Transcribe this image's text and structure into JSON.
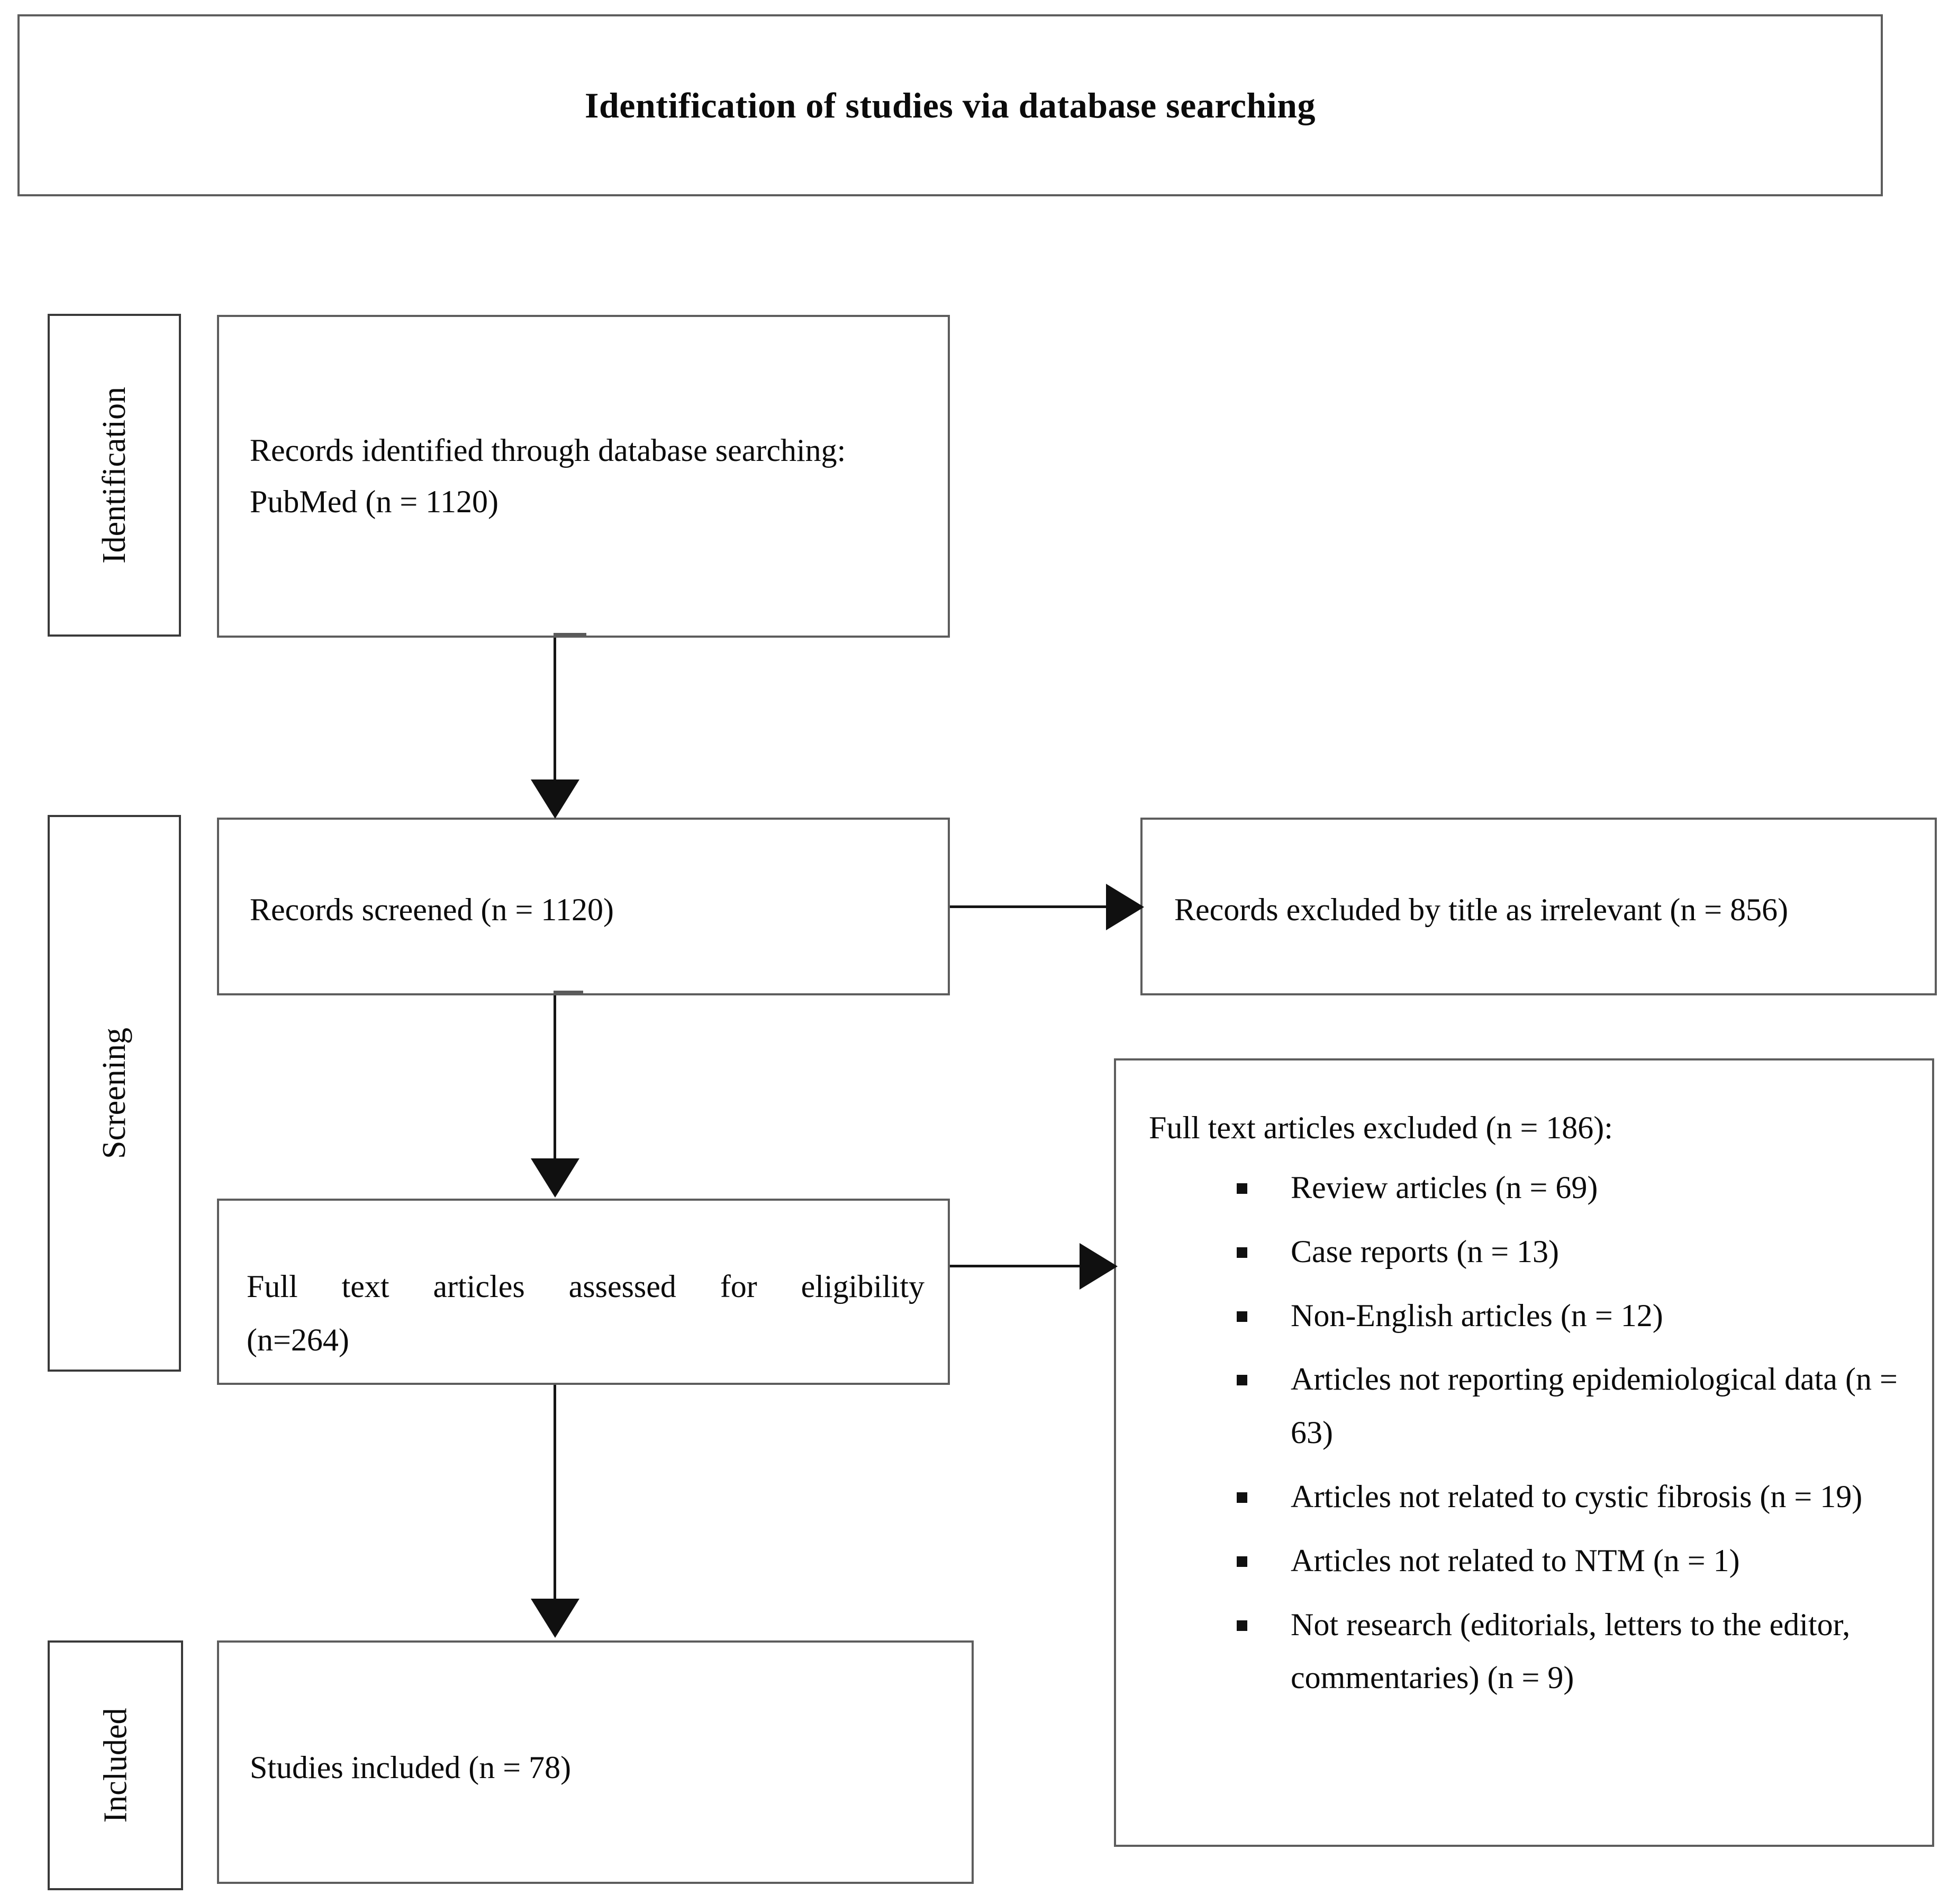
{
  "diagram": {
    "title": "Identification of studies via database searching",
    "stages": [
      {
        "id": "identification",
        "label": "Identification"
      },
      {
        "id": "screening",
        "label": "Screening"
      },
      {
        "id": "included",
        "label": "Included"
      }
    ],
    "boxes": {
      "identified": {
        "line1": "Records identified through database searching:",
        "line2": "PubMed (n = 1120)"
      },
      "screened": {
        "line1": "Records screened (n = 1120)"
      },
      "excluded_by_title": {
        "line1": "Records excluded by title as irrelevant (n = 856)"
      },
      "fulltext_assessed": {
        "line1": "Full text articles assessed for eligibility",
        "line2": "(n=264)"
      },
      "studies_included": {
        "line1": "Studies included (n = 78)"
      },
      "fulltext_excluded": {
        "heading": "Full text articles excluded (n = 186):",
        "bullets": [
          "Review articles (n = 69)",
          "Case reports (n = 13)",
          "Non-English articles (n = 12)",
          "Articles not reporting epidemiological data (n = 63)",
          "Articles not related to cystic fibrosis (n = 19)",
          "Articles not related to NTM (n = 1)",
          "Not research (editorials, letters to the editor, commentaries) (n = 9)"
        ]
      }
    },
    "connectors": [
      {
        "id": "identified-to-screened",
        "direction": "down"
      },
      {
        "id": "screened-to-fulltext",
        "direction": "down"
      },
      {
        "id": "fulltext-to-included",
        "direction": "down"
      },
      {
        "id": "screened-to-excluded",
        "direction": "right"
      },
      {
        "id": "fulltext-to-excluded-list",
        "direction": "right"
      }
    ],
    "colors": {
      "box_border": "#5d5d5d",
      "label_border": "#3a3a3a",
      "text": "#0b0b0b",
      "connector": "#141414",
      "background": "#ffffff"
    }
  }
}
